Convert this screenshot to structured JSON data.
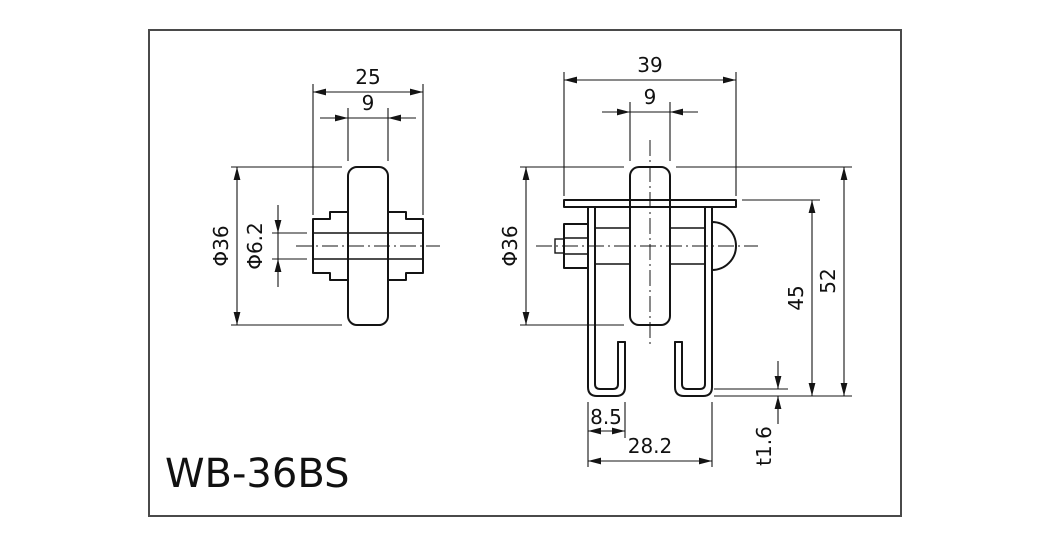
{
  "drawing": {
    "title": "WB-36BS",
    "colors": {
      "ink": "#141414",
      "frame": "#4a4a4a",
      "background": "#ffffff"
    },
    "views": {
      "left": {
        "dims": {
          "overall_width": "25",
          "wheel_width": "9",
          "wheel_dia": "Φ36",
          "bore_dia": "Φ6.2"
        }
      },
      "right": {
        "dims": {
          "bracket_width": "39",
          "wheel_width": "9",
          "wheel_dia": "Φ36",
          "bracket_height": "45",
          "overall_height": "52",
          "lip_width": "8.5",
          "channel_width": "28.2",
          "plate_thickness": "t1.6"
        }
      }
    }
  }
}
